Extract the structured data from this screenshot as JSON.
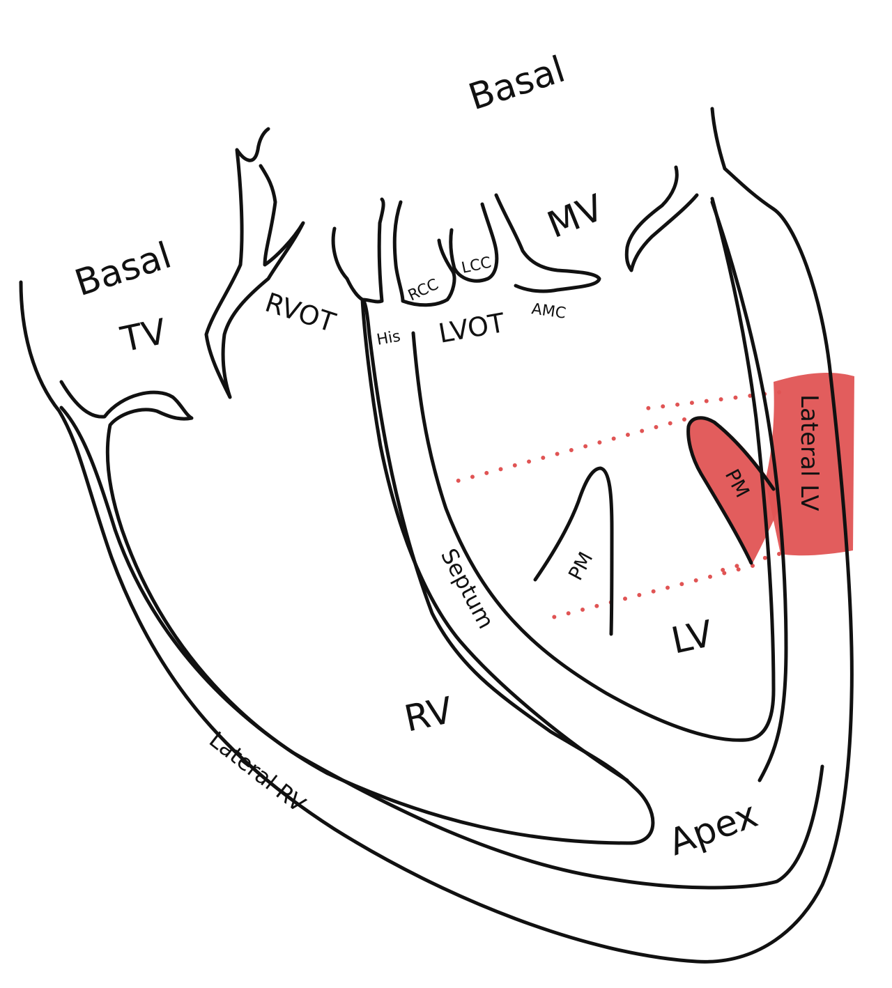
{
  "highlight_color": "#e05454",
  "line_color": "#111111",
  "labels": {
    "basal_top": "Basal",
    "basal_left": "Basal",
    "tv": "TV",
    "rvot": "RVOT",
    "his": "His",
    "rcc": "RCC",
    "lcc": "LCC",
    "lvot": "LVOT",
    "amc": "AMC",
    "mv": "MV",
    "lateral_lv": "Lateral LV",
    "pm_lateral": "PM",
    "pm_medial": "PM",
    "septum": "Septum",
    "lv": "LV",
    "rv": "RV",
    "lateral_rv": "Lateral RV",
    "apex": "Apex"
  }
}
